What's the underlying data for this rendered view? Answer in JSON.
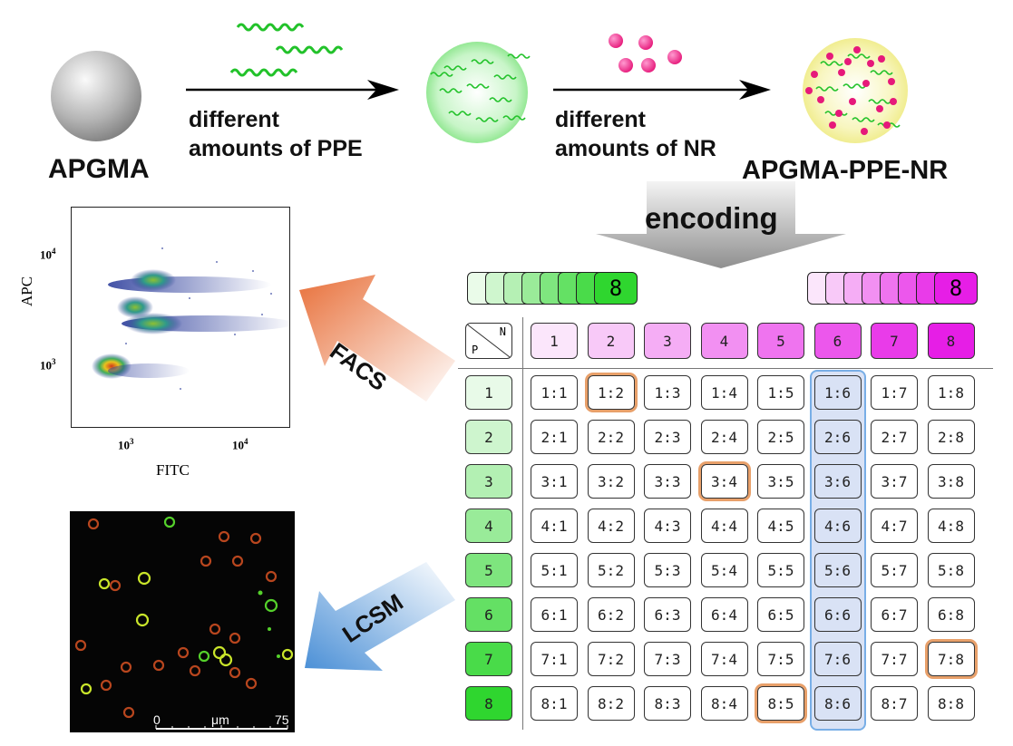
{
  "labels": {
    "apgma": "APGMA",
    "arrow1_line1": "different",
    "arrow1_line2": "amounts of PPE",
    "arrow2_line1": "different",
    "arrow2_line2": "amounts of NR",
    "product": "APGMA-PPE-NR",
    "encoding": "encoding",
    "facs": "FACS",
    "lcsm": "LCSM"
  },
  "facs_plot": {
    "ylabel": "APC",
    "xlabel": "FITC",
    "xticks": [
      {
        "base": "10",
        "exp": "3"
      },
      {
        "base": "10",
        "exp": "4"
      }
    ],
    "yticks": [
      {
        "base": "10",
        "exp": "4"
      },
      {
        "base": "10",
        "exp": "3"
      }
    ]
  },
  "lcsm_image": {
    "scale_start": "0",
    "scale_unit": "μm",
    "scale_end": "75"
  },
  "stack_labels": {
    "green_front": "8",
    "magenta_front": "8"
  },
  "grid": {
    "corner_n": "N",
    "corner_p": "P",
    "col_headers": [
      "1",
      "2",
      "3",
      "4",
      "5",
      "6",
      "7",
      "8"
    ],
    "row_headers": [
      "1",
      "2",
      "3",
      "4",
      "5",
      "6",
      "7",
      "8"
    ],
    "cells": [
      [
        "1:1",
        "1:2",
        "1:3",
        "1:4",
        "1:5",
        "1:6",
        "1:7",
        "1:8"
      ],
      [
        "2:1",
        "2:2",
        "2:3",
        "2:4",
        "2:5",
        "2:6",
        "2:7",
        "2:8"
      ],
      [
        "3:1",
        "3:2",
        "3:3",
        "3:4",
        "3:5",
        "3:6",
        "3:7",
        "3:8"
      ],
      [
        "4:1",
        "4:2",
        "4:3",
        "4:4",
        "4:5",
        "4:6",
        "4:7",
        "4:8"
      ],
      [
        "5:1",
        "5:2",
        "5:3",
        "5:4",
        "5:5",
        "5:6",
        "5:7",
        "5:8"
      ],
      [
        "6:1",
        "6:2",
        "6:3",
        "6:4",
        "6:5",
        "6:6",
        "6:7",
        "6:8"
      ],
      [
        "7:1",
        "7:2",
        "7:3",
        "7:4",
        "7:5",
        "7:6",
        "7:7",
        "7:8"
      ],
      [
        "8:1",
        "8:2",
        "8:3",
        "8:4",
        "8:5",
        "8:6",
        "8:7",
        "8:8"
      ]
    ],
    "highlighted": [
      [
        0,
        1
      ],
      [
        2,
        3
      ],
      [
        6,
        7
      ],
      [
        7,
        4
      ]
    ],
    "highlighted_column": 5
  },
  "colors": {
    "green_max": "#2fd62f",
    "magenta_max": "#e61ee6",
    "pink_dye": "#e6197a",
    "ppe_green": "#22c22a",
    "highlight_orange": "#e8a06a",
    "highlight_blue": "#78aee6",
    "facs_arrow": "#e8703a",
    "lcsm_arrow": "#4a8fd6"
  }
}
